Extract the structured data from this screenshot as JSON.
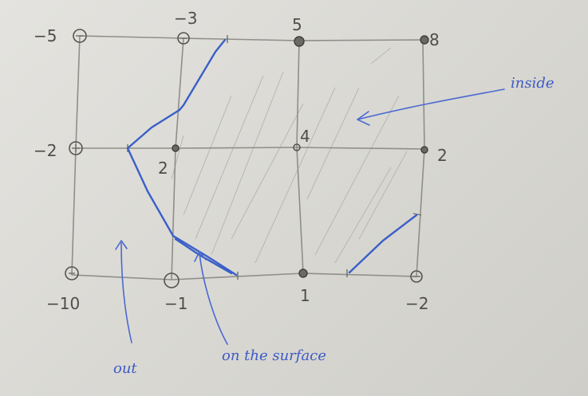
{
  "node_values": {
    "top_left": "−5",
    "top_mid_left": "−3",
    "top_mid_right": "5",
    "top_right": "8",
    "mid_left": "−2",
    "mid_mid_left": "2",
    "mid_mid_right": "4",
    "mid_right": "2",
    "bot_left": "−10",
    "bot_mid_left": "−1",
    "bot_mid_right": "1",
    "bot_right": "−2"
  },
  "annotations": {
    "inside": "inside",
    "out": "out",
    "surface": "on the surface"
  },
  "colors": {
    "pencil": "#8f8e88",
    "ink_blue": "#3a5fc8",
    "paper": "#e1e0db"
  }
}
